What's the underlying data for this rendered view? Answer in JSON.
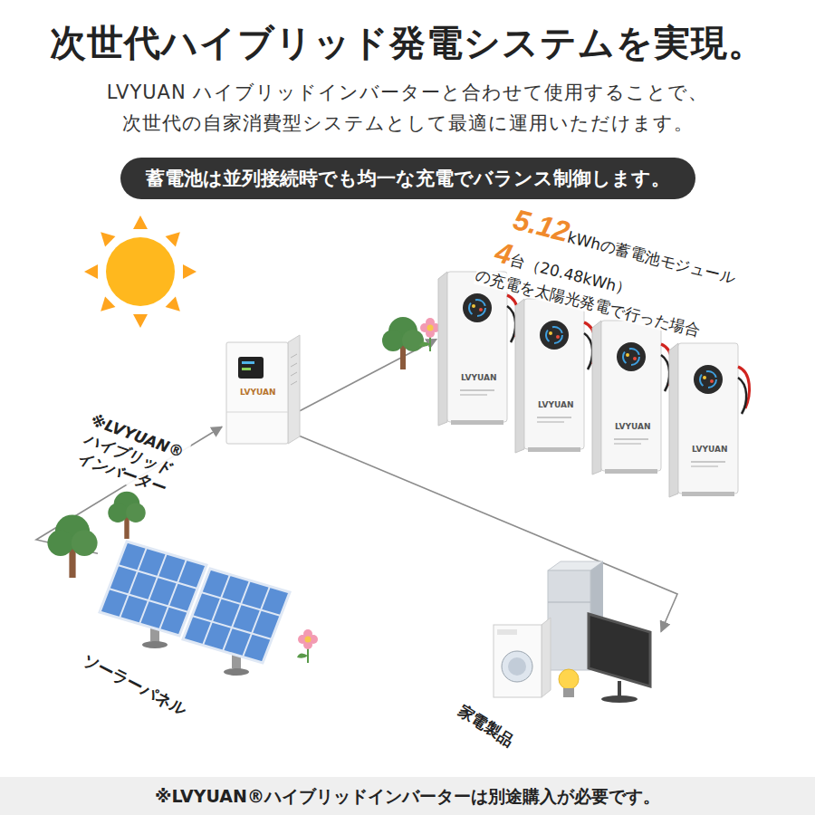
{
  "diagram": {
    "title": "次世代ハイブリッド発電システムを実現。",
    "caption": "※LVYUAN®ハイブリッドインバーターは別途購入が必要です。",
    "nodes": [
      {
        "text": [
          "蓄電池は並列接続時でも均一な充電でバランス制御します。"
        ]
      },
      {
        "text": [
          "LVYUAN",
          "※LVYUAN® ハイブリッドインバーター"
        ]
      },
      {
        "text": [
          "LVYUAN"
        ]
      },
      {
        "text": [
          "LVYUAN"
        ]
      },
      {
        "text": [
          "LVYUAN"
        ]
      },
      {
        "text": [
          "LVYUAN"
        ]
      },
      {
        "text": [
          "ソーラーパネル"
        ]
      },
      {
        "text": [
          "家電製品"
        ]
      }
    ],
    "edges": [
      {
        "from": 6,
        "to": 1,
        "arrow": "to"
      },
      {
        "from": 1,
        "to": 2,
        "arrow": "to"
      },
      {
        "from": 1,
        "to": 7,
        "arrow": "to"
      }
    ],
    "labels": [
      "LVYUAN ハイブリッドインバーターと合わせて使用することで、 次世代の自家消費型システムとして最適に運用いただけます。",
      "5.12",
      "kWhの蓄電池モジュール",
      "4",
      "台（20.48kWh）",
      "の充電を太陽光発電で行った場合"
    ]
  }
}
